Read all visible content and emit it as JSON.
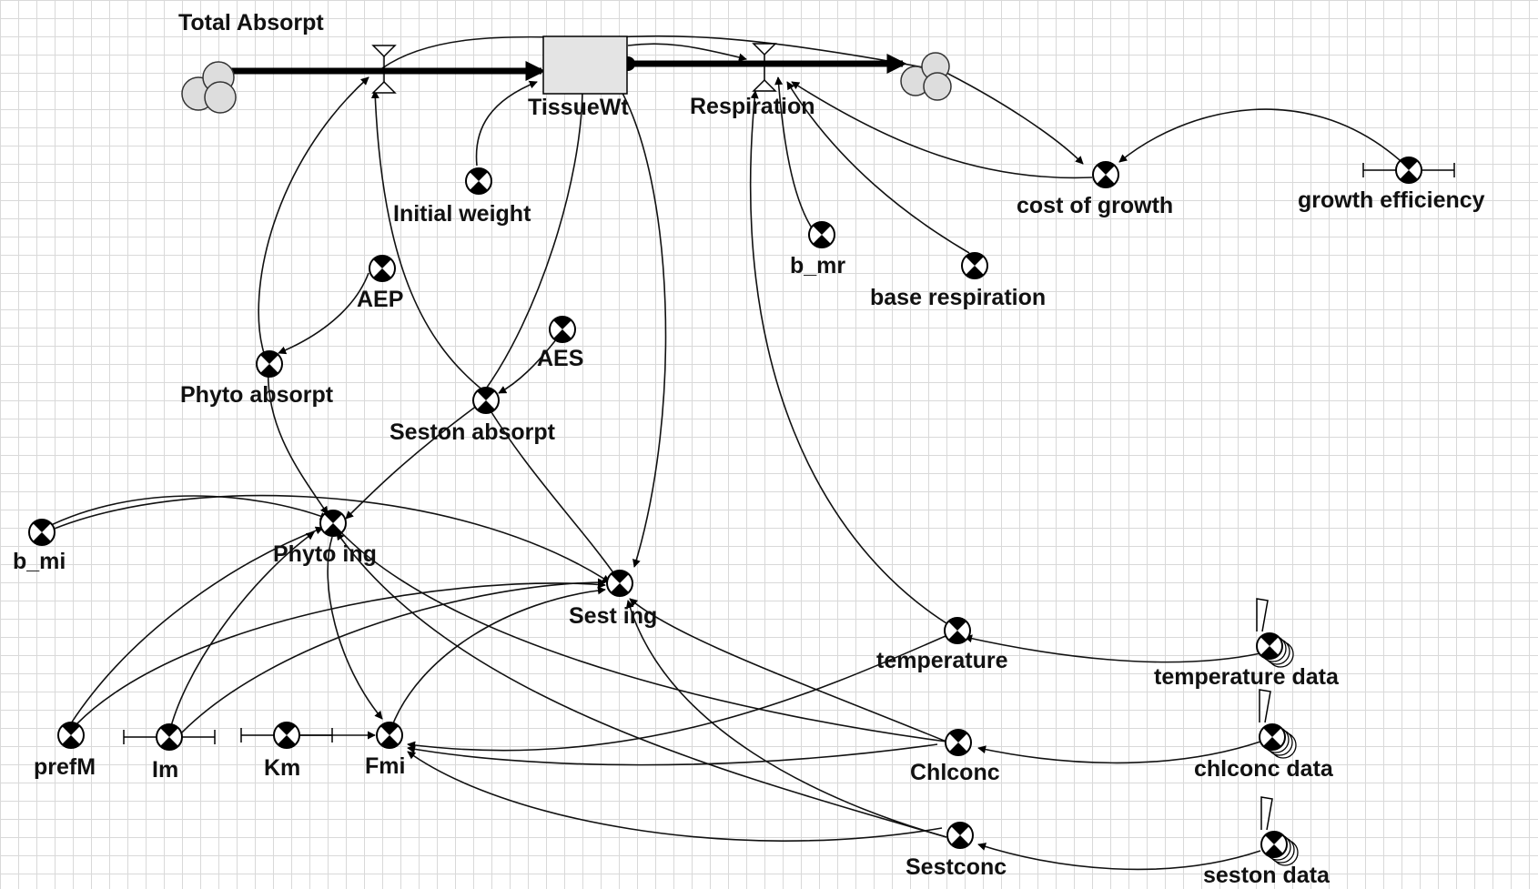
{
  "labels": {
    "total_absorpt": "Total Absorpt",
    "tissuewt": "TissueWt",
    "respiration": "Respiration",
    "initial_weight": "Initial weight",
    "cost_of_growth": "cost of growth",
    "growth_efficiency": "growth efficiency",
    "b_mr": "b_mr",
    "base_respiration": "base respiration",
    "aep": "AEP",
    "aes": "AES",
    "phyto_absorpt": "Phyto absorpt",
    "seston_absorpt": "Seston absorpt",
    "b_mi": "b_mi",
    "phyto_ing": "Phyto ing",
    "sest_ing": "Sest ing",
    "temperature": "temperature",
    "temperature_data": "temperature data",
    "prefm": "prefM",
    "im": "Im",
    "km": "Km",
    "fmi": "Fmi",
    "chlconc": "Chlconc",
    "chlconc_data": "chlconc data",
    "sestconc": "Sestconc",
    "seston_data": "seston data"
  }
}
